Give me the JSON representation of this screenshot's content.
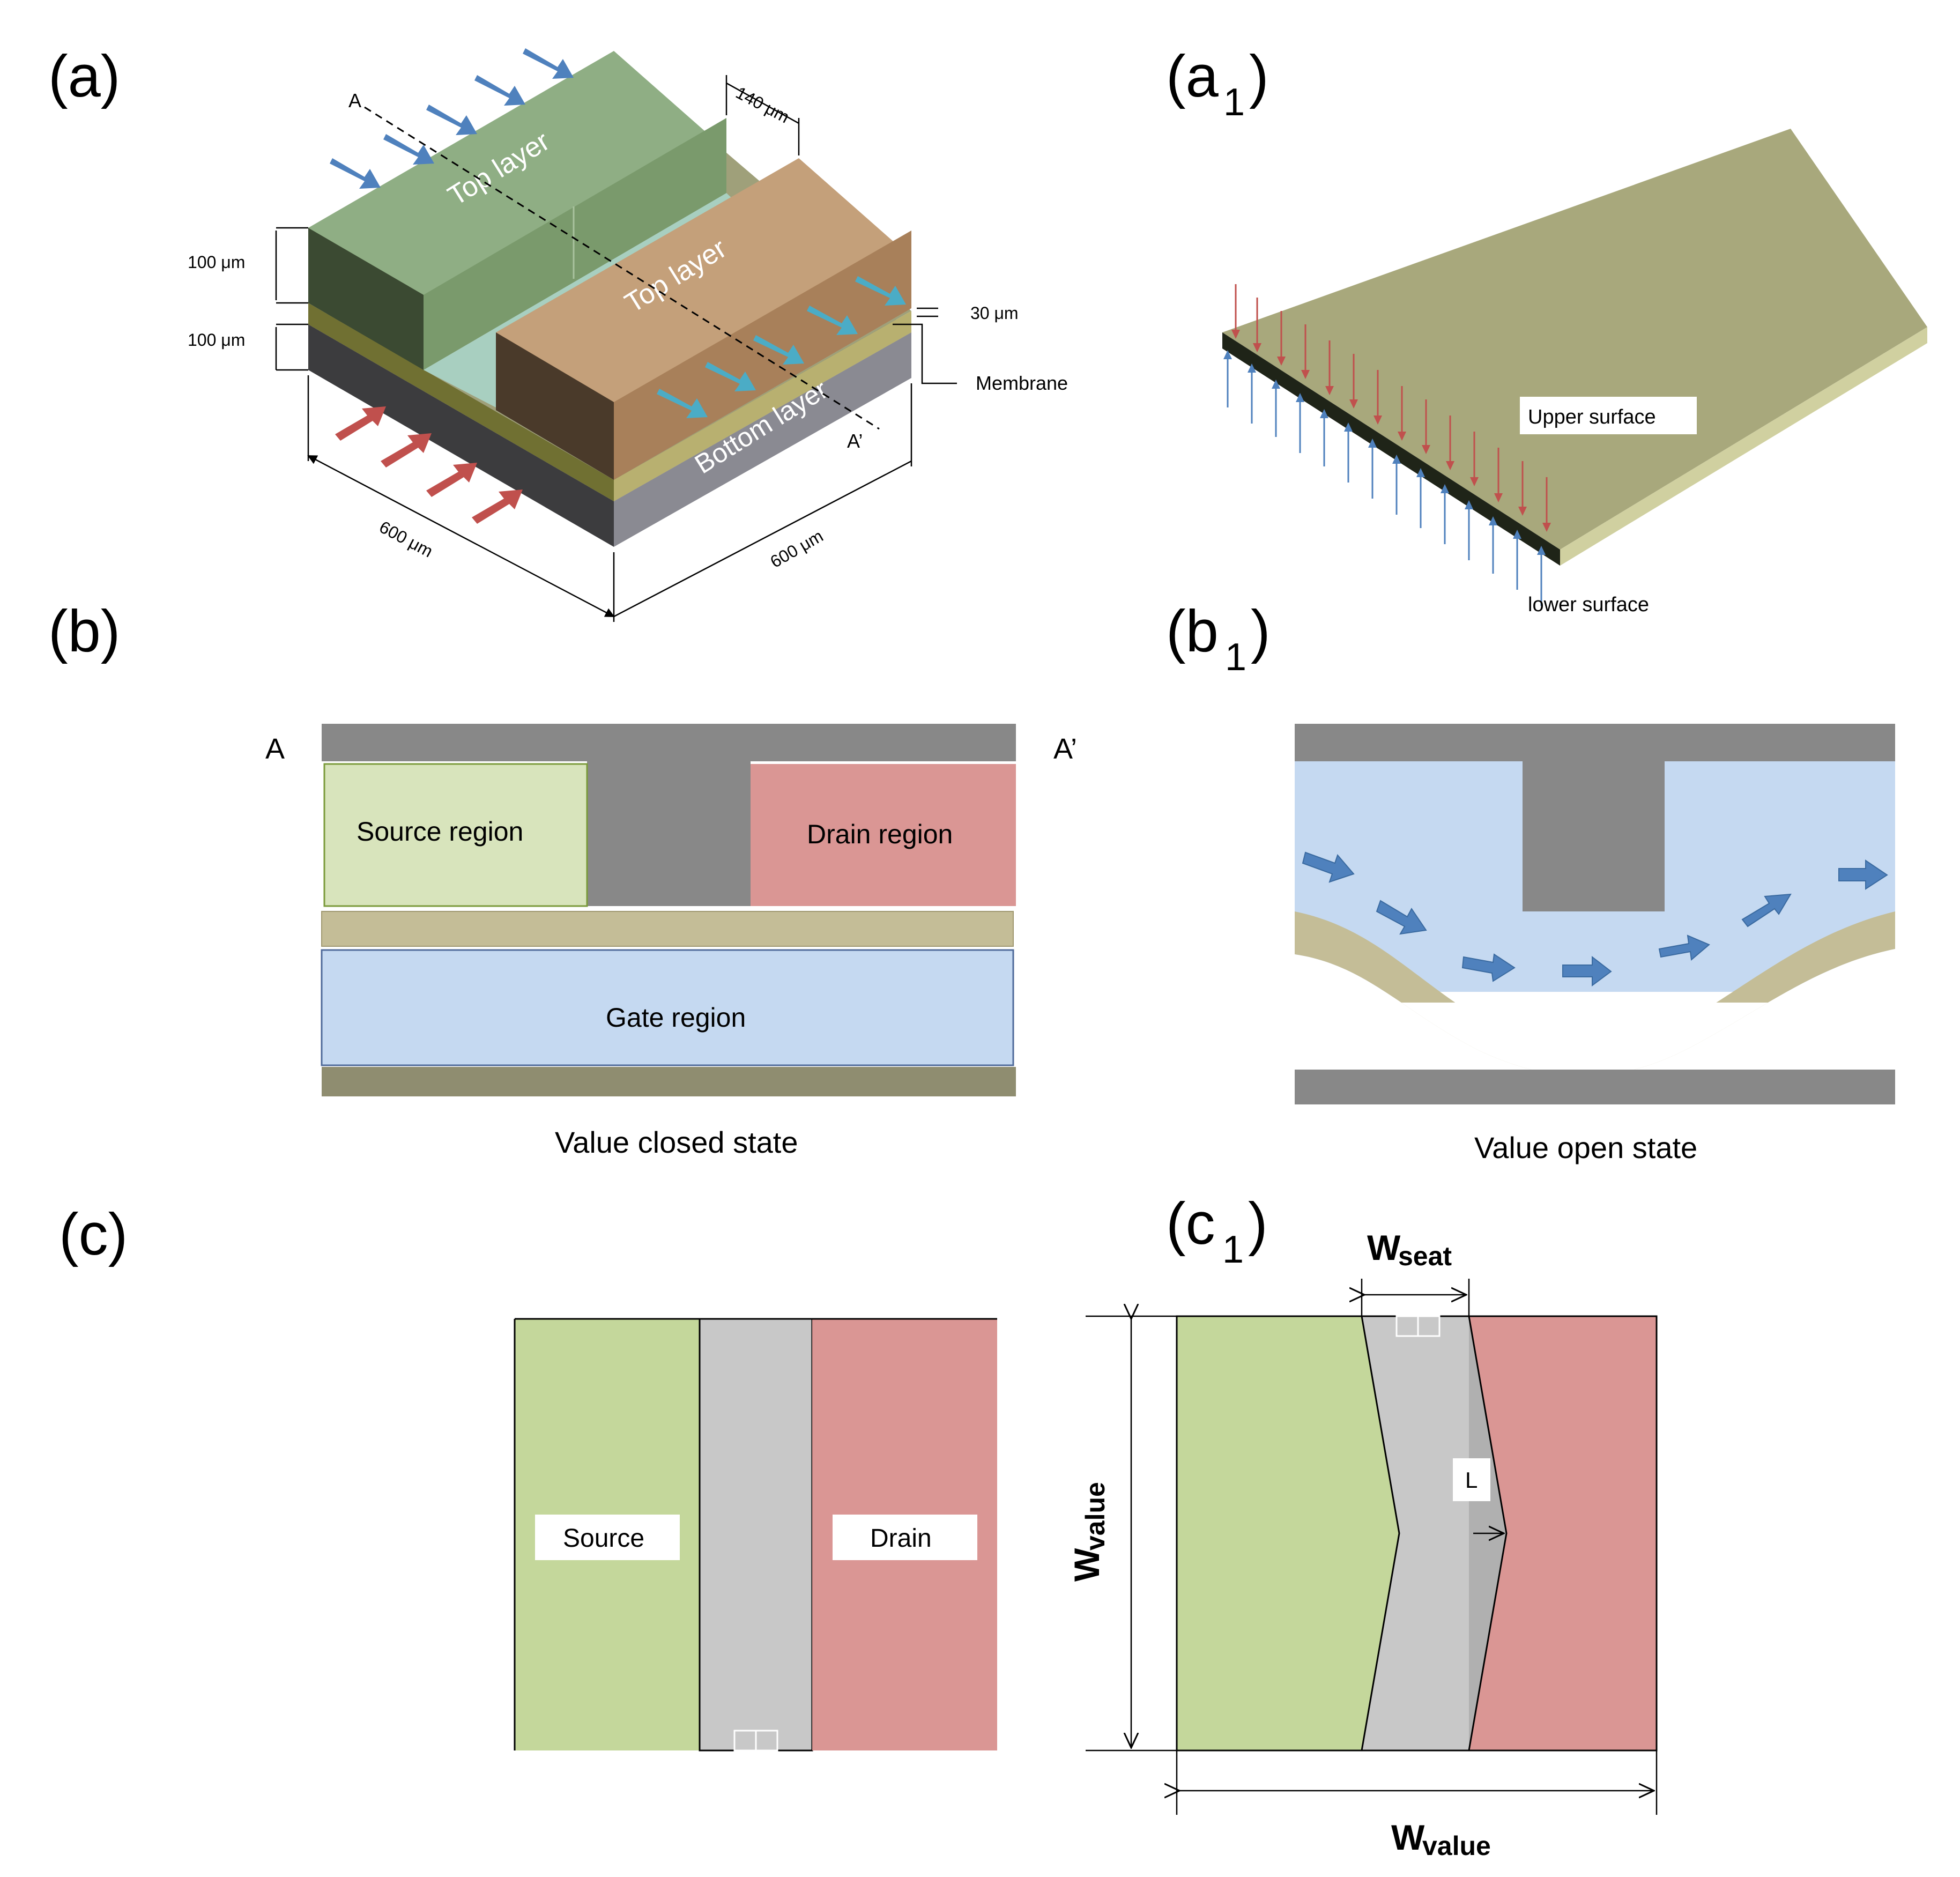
{
  "panels": {
    "a": {
      "label": "(a)"
    },
    "a1": {
      "label_main": "(a",
      "label_sub": "1",
      "label_end": ")"
    },
    "b": {
      "label": "(b)"
    },
    "b1": {
      "label_main": "(b",
      "label_sub": "1",
      "label_end": ")"
    },
    "c": {
      "label": "(c)"
    },
    "c1": {
      "label_main": "(c",
      "label_sub": "1",
      "label_end": ")"
    }
  },
  "panel_a": {
    "top_layer_green": "Top layer",
    "top_layer_brown": "Top layer",
    "bottom_layer": "Bottom layer",
    "dim_140": "140 μm",
    "dim_100_top": "100 μm",
    "dim_100_bottom": "100 μm",
    "dim_30": "30 μm",
    "membrane": "Membrane",
    "dim_600_left": "600 μm",
    "dim_600_right": "600 μm",
    "section_start": "A",
    "section_end": "A’"
  },
  "panel_a1": {
    "upper_surface": "Upper surface",
    "lower_surface": "lower surface"
  },
  "panel_b": {
    "left_marker": "A",
    "right_marker": "A’",
    "source": "Source region",
    "drain": "Drain region",
    "gate": "Gate region",
    "caption": "Value closed state"
  },
  "panel_b1": {
    "caption": "Value open state"
  },
  "panel_c": {
    "source": "Source",
    "drain": "Drain"
  },
  "panel_c1": {
    "w_seat_main": "W",
    "w_seat_sub": "seat",
    "l_label": "L",
    "w_value_main": "W",
    "w_value_sub": "value",
    "w_value_bottom_main": "W",
    "w_value_bottom_sub": "value"
  },
  "colors": {
    "green_region": "#c4d79b",
    "red_region": "#da9694",
    "gray_seat": "#c8c8c8",
    "blue_arrow": "#4f81bd",
    "cyan_arrow": "#4bacc6",
    "red_arrow": "#c0504d",
    "membrane_olive": "#c4bd97",
    "gate_blue": "#c5d9f1",
    "dark_gray": "#888888"
  }
}
